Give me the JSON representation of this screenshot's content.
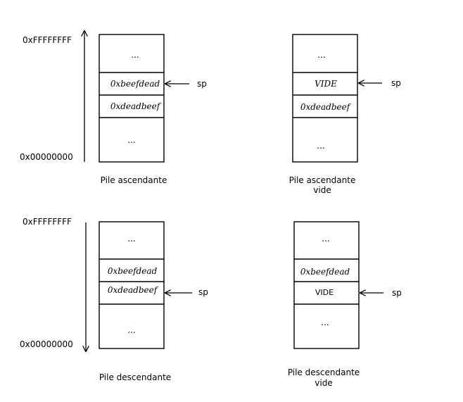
{
  "address_labels": {
    "top": "0xFFFFFFFF",
    "bottom": "0x00000000"
  },
  "pointer_label": "sp",
  "ellipsis": "...",
  "panels": [
    {
      "caption": [
        "Pile ascendante"
      ],
      "cells": [
        "...",
        "0xbeefdead",
        "0xdeadbeef",
        "..."
      ],
      "cell_styles": [
        "dots",
        "italic",
        "italic",
        "dots"
      ],
      "sp_cell_index": 1
    },
    {
      "caption": [
        "Pile ascendante",
        "vide"
      ],
      "cells": [
        "...",
        "VIDE",
        "0xdeadbeef",
        "..."
      ],
      "cell_styles": [
        "dots",
        "italic",
        "italic",
        "dots"
      ],
      "sp_cell_index": 1
    },
    {
      "caption": [
        "Pile descendante"
      ],
      "cells": [
        "...",
        "0xbeefdead",
        "0xdeadbeef",
        "..."
      ],
      "cell_styles": [
        "dots",
        "italic",
        "italic",
        "dots"
      ],
      "sp_cell_index": 2
    },
    {
      "caption": [
        "Pile descendante",
        "vide"
      ],
      "cells": [
        "...",
        "0xbeefdead",
        "VIDE",
        "..."
      ],
      "cell_styles": [
        "dots",
        "italic",
        "upright",
        "dots"
      ],
      "sp_cell_index": 2
    }
  ]
}
